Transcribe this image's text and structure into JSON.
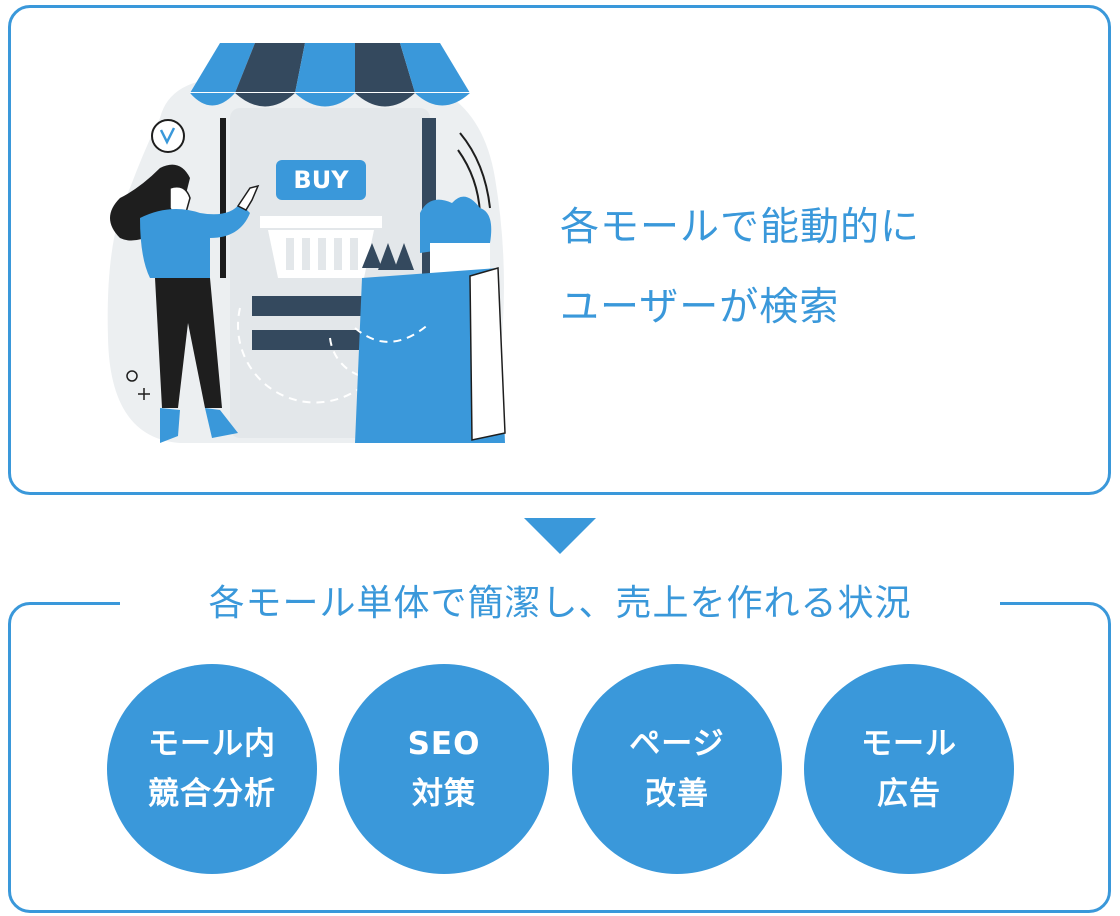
{
  "colors": {
    "accent": "#3a98da",
    "dark": "#34495e",
    "light_gray": "#eceff1",
    "black": "#1e1e1e",
    "white": "#ffffff"
  },
  "top_panel": {
    "illustration": {
      "sign_label": "BUY",
      "icons": [
        "storefront-awning-icon",
        "check-circle-icon",
        "shopping-basket-icon",
        "grocery-bag-icon",
        "woman-pointing-figure"
      ]
    },
    "headline": {
      "line1": "各モールで能動的に",
      "line2": "ユーザーが検索"
    }
  },
  "arrow": {
    "icon": "down-arrow-icon"
  },
  "bottom_panel": {
    "title": "各モール単体で簡潔し、売上を作れる状況",
    "circles": [
      {
        "line1": "モール内",
        "line2": "競合分析"
      },
      {
        "line1": "SEO",
        "line2": "対策"
      },
      {
        "line1": "ページ",
        "line2": "改善"
      },
      {
        "line1": "モール",
        "line2": "広告"
      }
    ]
  }
}
